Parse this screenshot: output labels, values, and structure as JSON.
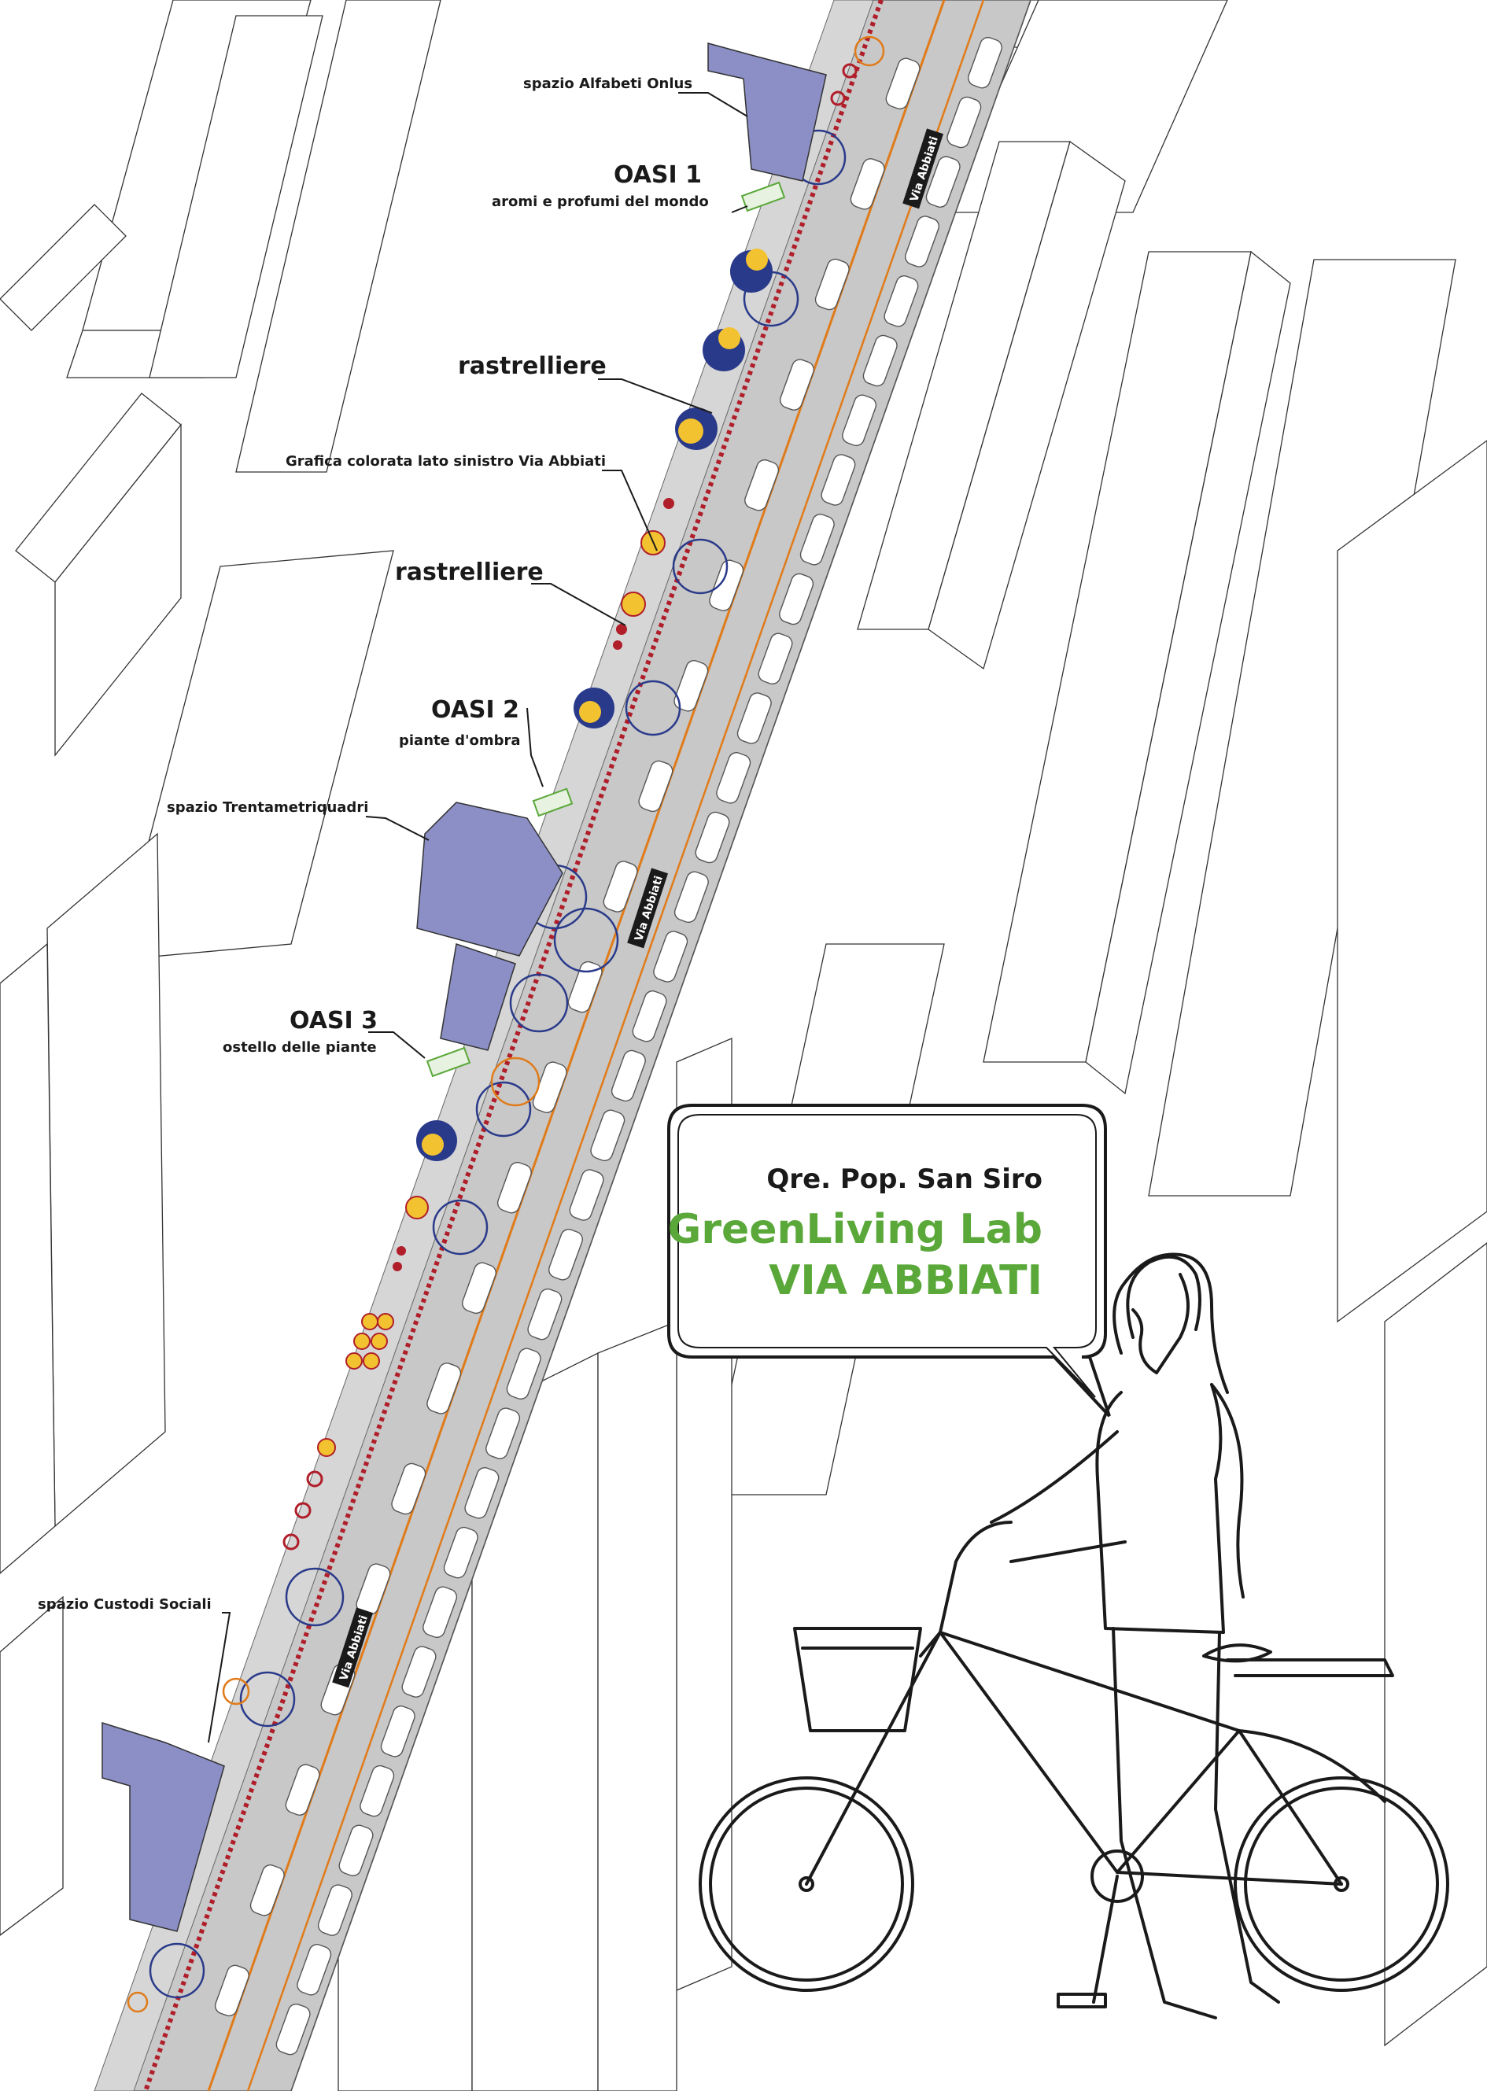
{
  "labels": {
    "alfabeti": "spazio Alfabeti Onlus",
    "oasi1_title": "OASI 1",
    "oasi1_sub": "aromi e profumi del mondo",
    "rastrelliere_1": "rastrelliere",
    "grafica": "Grafica colorata lato sinistro Via Abbiati",
    "rastrelliere_2": "rastrelliere",
    "oasi2_title": "OASI 2",
    "oasi2_sub": "piante d'ombra",
    "trentametri": "spazio Trentametriquadri",
    "oasi3_title": "OASI 3",
    "oasi3_sub": "ostello delle  piante",
    "custodi": "spazio Custodi Sociali"
  },
  "street_labels": [
    "Via Abbiati",
    "Via Abbiati",
    "Via Abbiati"
  ],
  "bubble": {
    "subtitle": "Qre. Pop. San Siro",
    "title_line1": "GreenLiving Lab",
    "title_line2": "VIA ABBIATI"
  },
  "colors": {
    "street": "#c8c8c8",
    "spaces": "#8b8fc6",
    "dotted_line": "#b01e2a",
    "bike_lane": "#e07b1a",
    "accent_green": "#5aa83a",
    "circles_blue": "#2a3a8a",
    "circles_yellow": "#f2c230"
  }
}
